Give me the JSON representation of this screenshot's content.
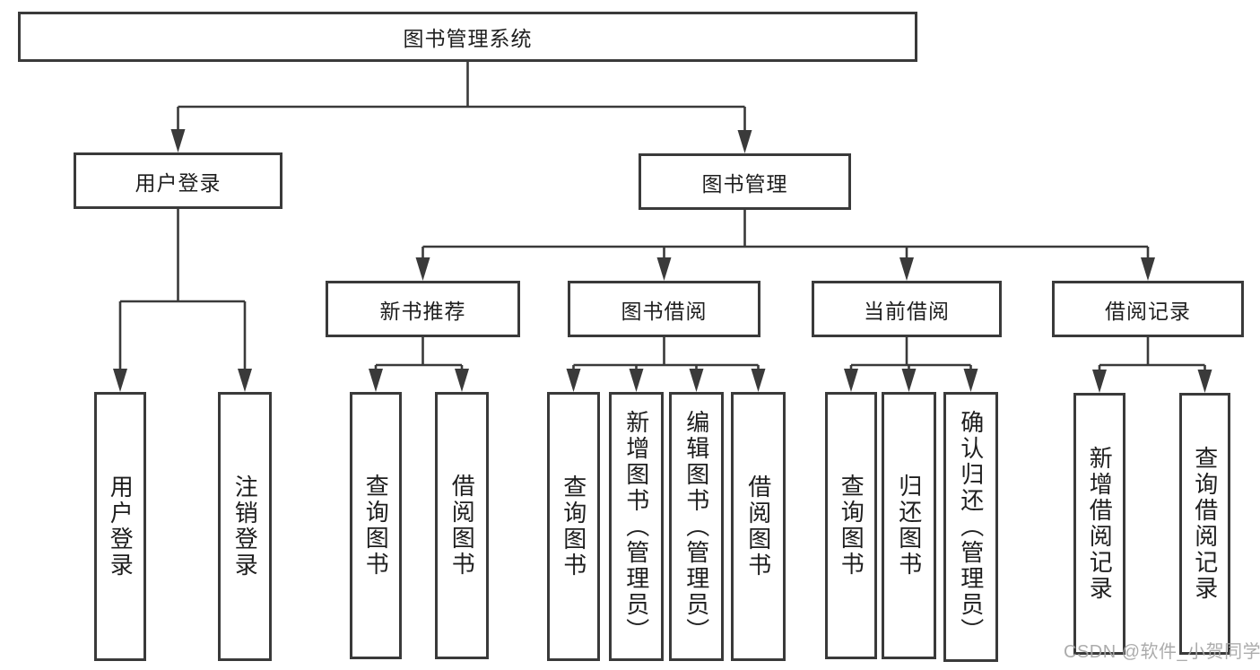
{
  "title": "图书管理系统",
  "colors": {
    "line": "#3a3a3a",
    "text": "#1e1e1e",
    "watermark": "#a6a6a6",
    "background": "#ffffff"
  },
  "nodes": {
    "root": "图书管理系统",
    "user_login": "用户登录",
    "book_mgmt": "图书管理",
    "new_book_rec": "新书推荐",
    "book_borrow": "图书借阅",
    "current_borrow": "当前借阅",
    "borrow_record": "借阅记录",
    "ul_user_login": "用户登录",
    "ul_logout": "注销登录",
    "nb_query_book": "查询图书",
    "nb_borrow_book": "借阅图书",
    "bb_query_book": "查询图书",
    "bb_add_book": "新增图书（管理员）",
    "bb_edit_book": "编辑图书（管理员）",
    "bb_borrow_book": "借阅图书",
    "cb_query_book": "查询图书",
    "cb_return_book": "归还图书",
    "cb_confirm_return": "确认归还（管理员）",
    "br_add_record": "新增借阅记录",
    "br_query_record": "查询借阅记录"
  },
  "hierarchy": {
    "图书管理系统": {
      "用户登录": [
        "用户登录",
        "注销登录"
      ],
      "图书管理": {
        "新书推荐": [
          "查询图书",
          "借阅图书"
        ],
        "图书借阅": [
          "查询图书",
          "新增图书（管理员）",
          "编辑图书（管理员）",
          "借阅图书"
        ],
        "当前借阅": [
          "查询图书",
          "归还图书",
          "确认归还（管理员）"
        ],
        "借阅记录": [
          "新增借阅记录",
          "查询借阅记录"
        ]
      }
    }
  },
  "watermark": "CSDN @软件_小贺同学"
}
